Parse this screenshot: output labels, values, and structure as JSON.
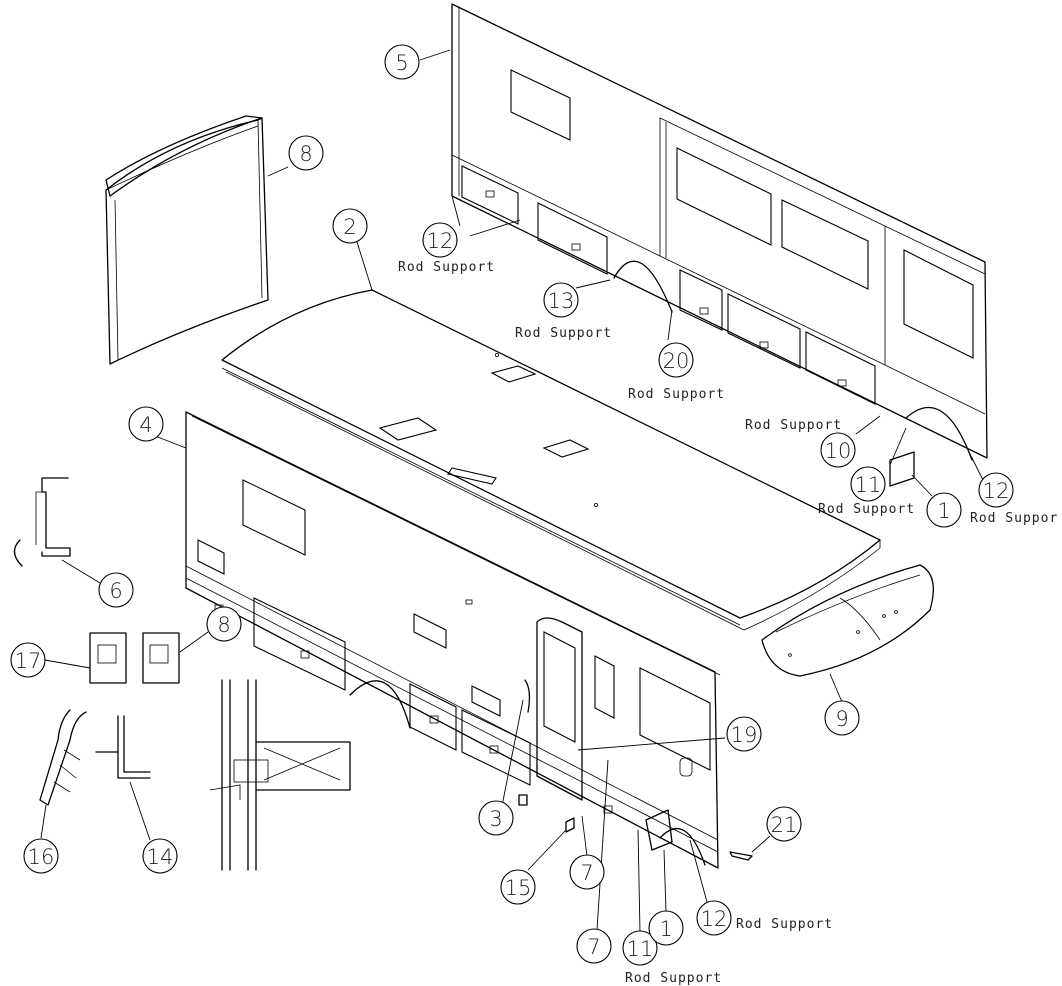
{
  "callouts": [
    {
      "id": "c1a",
      "label": "1"
    },
    {
      "id": "c1b",
      "label": "1"
    },
    {
      "id": "c2",
      "label": "2"
    },
    {
      "id": "c3",
      "label": "3"
    },
    {
      "id": "c4",
      "label": "4"
    },
    {
      "id": "c5",
      "label": "5"
    },
    {
      "id": "c6",
      "label": "6"
    },
    {
      "id": "c7a",
      "label": "7"
    },
    {
      "id": "c7b",
      "label": "7"
    },
    {
      "id": "c8a",
      "label": "8"
    },
    {
      "id": "c8b",
      "label": "8"
    },
    {
      "id": "c9",
      "label": "9"
    },
    {
      "id": "c10",
      "label": "10"
    },
    {
      "id": "c11a",
      "label": "11"
    },
    {
      "id": "c11b",
      "label": "11"
    },
    {
      "id": "c12a",
      "label": "12"
    },
    {
      "id": "c12b",
      "label": "12"
    },
    {
      "id": "c12c",
      "label": "12"
    },
    {
      "id": "c13",
      "label": "13"
    },
    {
      "id": "c14",
      "label": "14"
    },
    {
      "id": "c15",
      "label": "15"
    },
    {
      "id": "c16",
      "label": "16"
    },
    {
      "id": "c17",
      "label": "17"
    },
    {
      "id": "c19",
      "label": "19"
    },
    {
      "id": "c20",
      "label": "20"
    },
    {
      "id": "c21",
      "label": "21"
    }
  ],
  "captions": {
    "rod_support": "Rod Support",
    "rod_support_cut": "Rod Suppor"
  }
}
